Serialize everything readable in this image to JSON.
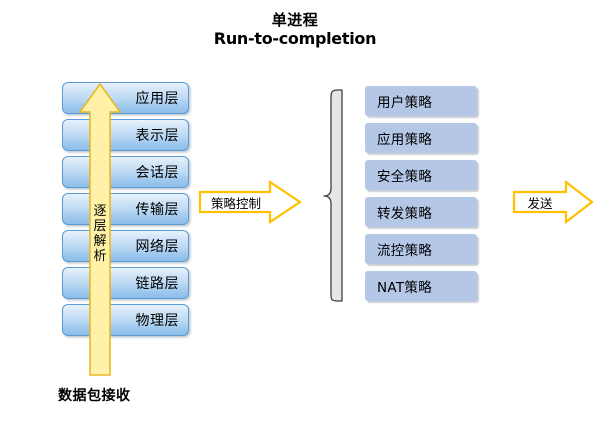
{
  "title": {
    "line1": "单进程",
    "line2": "Run-to-completion"
  },
  "layer_stack": {
    "name": "osi-layer-stack",
    "items": [
      {
        "label": "应用层"
      },
      {
        "label": "表示层"
      },
      {
        "label": "会话层"
      },
      {
        "label": "传输层"
      },
      {
        "label": "网络层"
      },
      {
        "label": "链路层"
      },
      {
        "label": "物理层"
      }
    ]
  },
  "up_arrow": {
    "label": "逐层解析",
    "label_vertical": "逐\n层\n解\n析",
    "fill_color": "#FFF2A8",
    "border_color": "#E8B923"
  },
  "bottom_caption": {
    "label": "数据包接收"
  },
  "mid_arrow": {
    "label": "策略控制",
    "fill_color": "#FFFFFF",
    "border_color": "#FFC000"
  },
  "brace": {
    "name": "right-curly-brace",
    "fill_color": "#E6E6E6",
    "border_color": "#3F3F3F"
  },
  "policy_stack": {
    "name": "policy-list",
    "items": [
      {
        "label": "用户策略"
      },
      {
        "label": "应用策略"
      },
      {
        "label": "安全策略"
      },
      {
        "label": "转发策略"
      },
      {
        "label": "流控策略"
      },
      {
        "label": "NAT策略"
      }
    ],
    "fill_color": "#B4C7E7"
  },
  "right_arrow": {
    "label": "发送",
    "fill_color": "#FFFFFF",
    "border_color": "#FFC000"
  },
  "colors": {
    "layer_border": "#5A9BD4",
    "layer_fill_top": "#E8F2FB",
    "layer_fill_bottom": "#8DBDE9",
    "background": "#FFFFFF"
  }
}
